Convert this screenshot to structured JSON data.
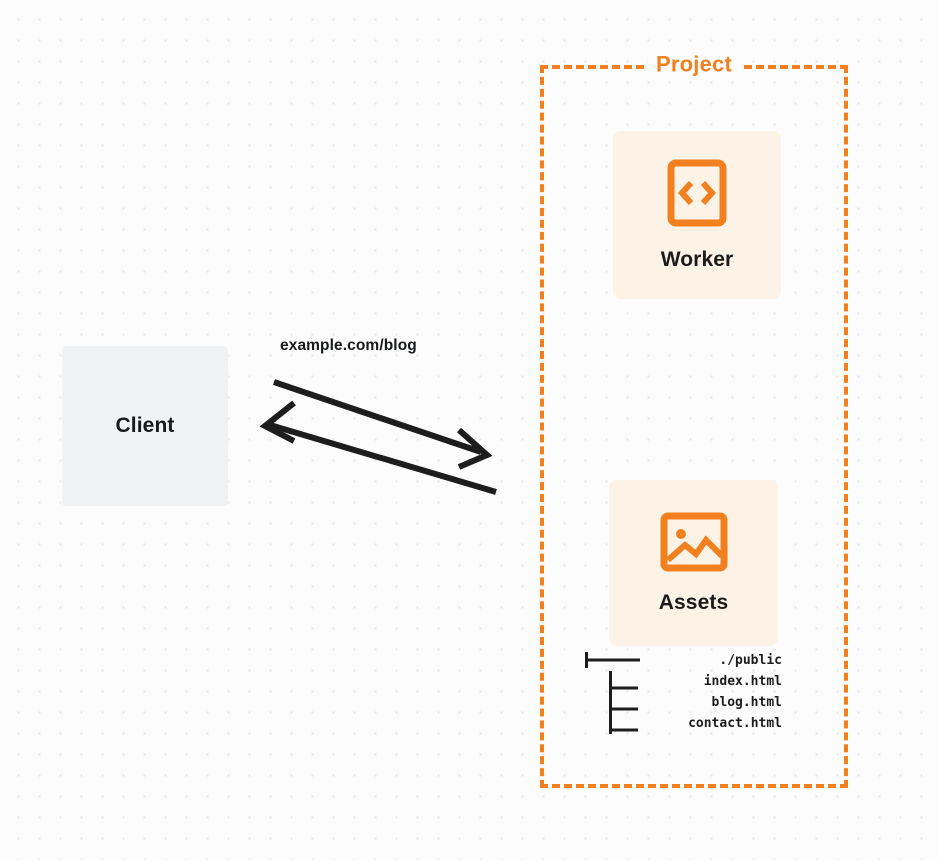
{
  "diagram": {
    "title": "Cloudflare Worker with Static Assets routing diagram",
    "background": {
      "color": "#fcfcfc",
      "dot_color": "#e7e8ea",
      "pattern": "dot-grid"
    },
    "colors": {
      "accent_orange": "#f2801f",
      "card_fill": "#fdf2e6",
      "client_fill": "#f1f2f4",
      "text_dark": "#18191b"
    }
  },
  "client": {
    "label": "Client",
    "icon": "client-box"
  },
  "connection": {
    "label": "example.com/blog",
    "request_direction": "client-to-project",
    "response_direction": "project-to-client",
    "stroke_color": "#1d1d1d"
  },
  "project": {
    "title": "Project",
    "border_style": "dashed",
    "border_color": "#f2801f",
    "resources": [
      {
        "id": "worker",
        "label": "Worker",
        "icon": "code-brackets-icon"
      },
      {
        "id": "assets",
        "label": "Assets",
        "icon": "image-icon"
      }
    ]
  },
  "file_tree": {
    "rows": [
      {
        "glyph": "branch-first",
        "name": "./public"
      },
      {
        "glyph": "branch-child",
        "name": "index.html"
      },
      {
        "glyph": "branch-child",
        "name": "blog.html"
      },
      {
        "glyph": "branch-child",
        "name": "contact.html"
      }
    ]
  }
}
